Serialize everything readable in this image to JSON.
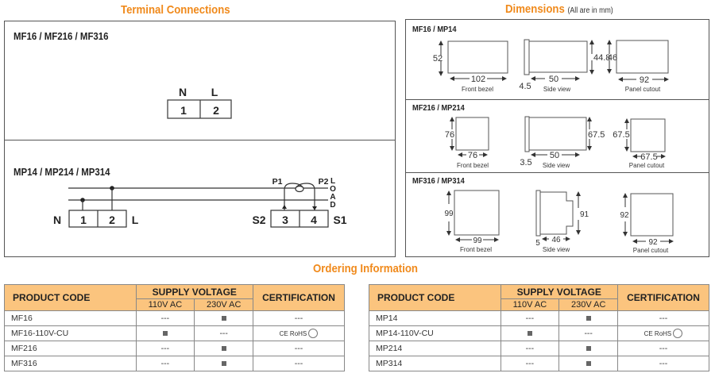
{
  "terminal": {
    "title": "Terminal Connections",
    "panel1": {
      "label": "MF16 / MF216 / MF316",
      "pins": [
        {
          "name": "N",
          "number": "1"
        },
        {
          "name": "L",
          "number": "2"
        }
      ]
    },
    "panel2": {
      "label": "MP14 / MP214 / MP314",
      "left_labels": {
        "n": "N",
        "l": "L",
        "t1": "1",
        "t2": "2"
      },
      "right_labels": {
        "s2": "S2",
        "s1": "S1",
        "t3": "3",
        "t4": "4",
        "p1": "P1",
        "p2": "P2"
      },
      "load_letters": [
        "L",
        "O",
        "A",
        "D"
      ]
    }
  },
  "dimensions": {
    "title": "Dimensions",
    "note": "(All are in mm)",
    "captions": {
      "front": "Front bezel",
      "side": "Side view",
      "panel": "Panel cutout"
    },
    "models": [
      {
        "label": "MF16 / MP14",
        "front_h": "52",
        "front_w": "102",
        "side_h": "44.8",
        "side_depth": "50",
        "side_bezel": "4.5",
        "cut_h": "46",
        "cut_w": "92"
      },
      {
        "label": "MF216 / MP214",
        "front_h": "76",
        "front_w": "76",
        "side_h": "67.5",
        "side_depth": "50",
        "side_bezel": "3.5",
        "cut_h": "67.5",
        "cut_w": "67.5"
      },
      {
        "label": "MF316 / MP314",
        "front_h": "99",
        "front_w": "99",
        "side_h": "91",
        "side_depth": "46",
        "side_bezel": "5",
        "cut_h": "92",
        "cut_w": "92"
      }
    ]
  },
  "ordering": {
    "title": "Ordering Information",
    "headers": {
      "product_code": "PRODUCT CODE",
      "supply_voltage": "SUPPLY VOLTAGE",
      "v110": "110V AC",
      "v230": "230V AC",
      "certification": "CERTIFICATION"
    },
    "cert_text": "CE RoHS",
    "cert_icon": "ul-listed-icon",
    "dash": "---",
    "tables": [
      {
        "rows": [
          {
            "code": "MF16",
            "v110": false,
            "v230": true,
            "cert": false
          },
          {
            "code": "MF16-110V-CU",
            "v110": true,
            "v230": false,
            "cert": true
          },
          {
            "code": "MF216",
            "v110": false,
            "v230": true,
            "cert": false
          },
          {
            "code": "MF316",
            "v110": false,
            "v230": true,
            "cert": false
          }
        ]
      },
      {
        "rows": [
          {
            "code": "MP14",
            "v110": false,
            "v230": true,
            "cert": false
          },
          {
            "code": "MP14-110V-CU",
            "v110": true,
            "v230": false,
            "cert": true
          },
          {
            "code": "MP214",
            "v110": false,
            "v230": true,
            "cert": false
          },
          {
            "code": "MP314",
            "v110": false,
            "v230": true,
            "cert": false
          }
        ]
      }
    ]
  },
  "colors": {
    "accent": "#f08a1c",
    "table_header": "#fbc47e",
    "border": "#555555"
  }
}
